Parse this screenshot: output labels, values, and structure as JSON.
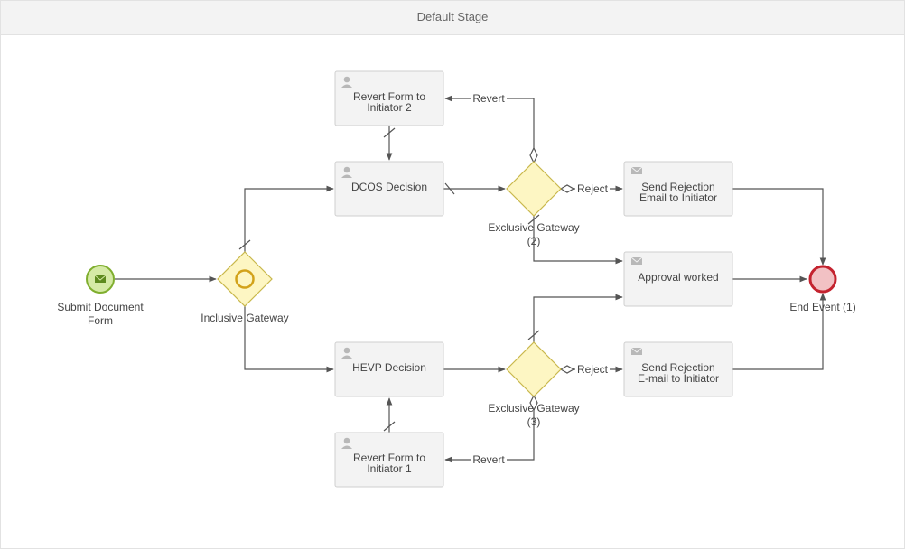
{
  "stage": {
    "title": "Default Stage"
  },
  "diagram": {
    "start_event": {
      "label_1": "Submit Document",
      "label_2": "Form",
      "icon": "envelope-icon"
    },
    "inclusive_gateway": {
      "label": "Inclusive Gateway"
    },
    "tasks": {
      "revert_2": {
        "line1": "Revert Form to",
        "line2": "Initiator 2",
        "icon": "user-icon"
      },
      "dcos": {
        "line1": "DCOS Decision",
        "icon": "user-icon"
      },
      "hevp": {
        "line1": "HEVP Decision",
        "icon": "user-icon"
      },
      "revert_1": {
        "line1": "Revert Form to",
        "line2": "Initiator 1",
        "icon": "user-icon"
      },
      "send_rejection_1": {
        "line1": "Send Rejection",
        "line2": "Email to Initiator",
        "icon": "envelope-icon"
      },
      "approval": {
        "line1": "Approval worked",
        "icon": "envelope-icon"
      },
      "send_rejection_2": {
        "line1": "Send Rejection",
        "line2": "E-mail to Initiator",
        "icon": "envelope-icon"
      }
    },
    "exclusive_gateway_2": {
      "line1": "Exclusive Gateway",
      "line2": "(2)"
    },
    "exclusive_gateway_3": {
      "line1": "Exclusive Gateway",
      "line2": "(3)"
    },
    "end_event": {
      "label": "End Event (1)"
    },
    "flow_labels": {
      "revert_top": "Revert",
      "reject_top": "Reject",
      "reject_bottom": "Reject",
      "revert_bottom": "Revert"
    },
    "colors": {
      "start_fill": "#d5eaa6",
      "start_stroke": "#7fae2e",
      "gateway_fill": "#fdf6c3",
      "gateway_stroke": "#c9b84c",
      "end_fill": "#f2c1c4",
      "end_stroke": "#c4232f",
      "task_fill": "#f3f3f3",
      "task_stroke": "#cfcfcf",
      "edge": "#555555"
    }
  }
}
